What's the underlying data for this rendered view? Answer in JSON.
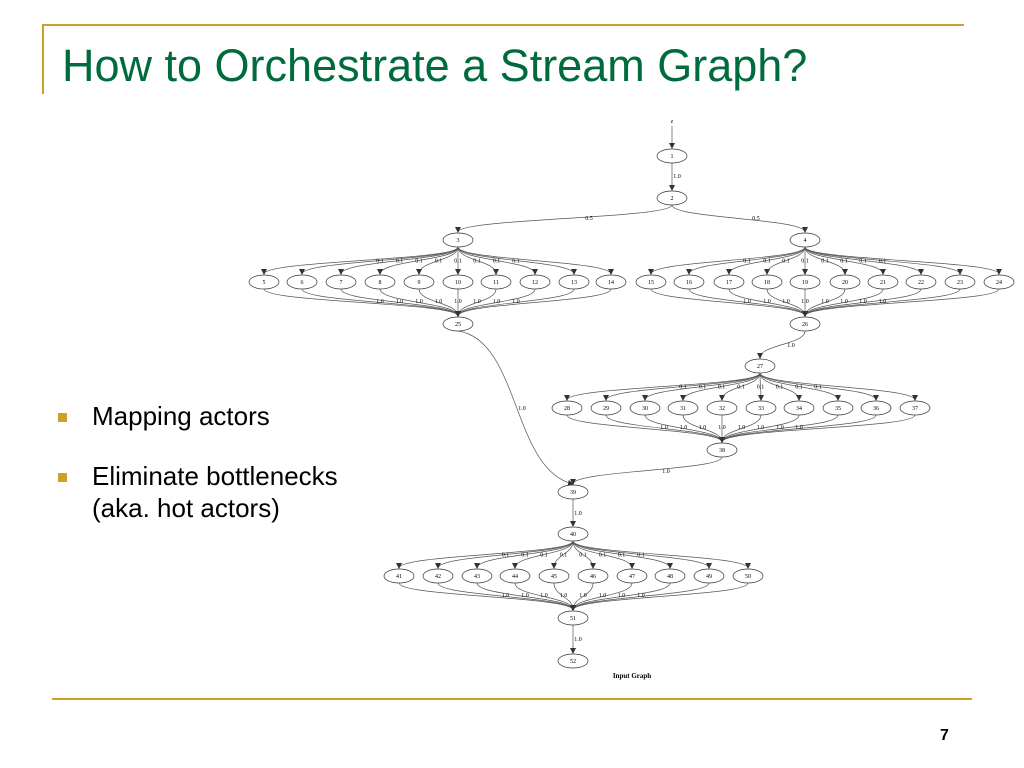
{
  "slide": {
    "title": "How to Orchestrate a Stream Graph?",
    "bullets": [
      {
        "text": "Mapping actors"
      },
      {
        "text": "Eliminate bottlenecks\n(aka. hot actors)"
      }
    ],
    "page_number": "7",
    "accent_color": "#c9a227",
    "title_color": "#006b3c"
  },
  "graph": {
    "caption": "Input Graph",
    "source_label": "z",
    "nodes": [
      "1",
      "2",
      "3",
      "4",
      "5",
      "6",
      "7",
      "8",
      "9",
      "10",
      "11",
      "12",
      "13",
      "14",
      "15",
      "16",
      "17",
      "18",
      "19",
      "20",
      "21",
      "22",
      "23",
      "24",
      "25",
      "26",
      "27",
      "28",
      "29",
      "30",
      "31",
      "32",
      "33",
      "34",
      "35",
      "36",
      "37",
      "38",
      "39",
      "40",
      "41",
      "42",
      "43",
      "44",
      "45",
      "46",
      "47",
      "48",
      "49",
      "50",
      "51",
      "52"
    ],
    "chain_edges": [
      {
        "from": "z",
        "to": "1",
        "label": ""
      },
      {
        "from": "1",
        "to": "2",
        "label": "1.0"
      },
      {
        "from": "2",
        "to": "3",
        "label": "0.5"
      },
      {
        "from": "2",
        "to": "4",
        "label": "0.5"
      },
      {
        "from": "26",
        "to": "27",
        "label": "1.0"
      },
      {
        "from": "25",
        "to": "39",
        "label": "1.0"
      },
      {
        "from": "38",
        "to": "39",
        "label": "1.0"
      },
      {
        "from": "39",
        "to": "40",
        "label": "1.0"
      },
      {
        "from": "51",
        "to": "52",
        "label": "1.0"
      }
    ],
    "splitjoins": [
      {
        "split": "3",
        "join": "25",
        "branches": [
          "5",
          "6",
          "7",
          "8",
          "9",
          "10",
          "11",
          "12",
          "13",
          "14"
        ],
        "split_labels": [
          "",
          "0.1",
          "0.1",
          "0.1",
          "0.1",
          "0.1",
          "0.1",
          "0.1",
          "0.1",
          ""
        ],
        "join_labels": [
          "",
          "1.0",
          "1.0",
          "1.0",
          "1.0",
          "1.0",
          "1.0",
          "1.0",
          "1.0",
          ""
        ]
      },
      {
        "split": "4",
        "join": "26",
        "branches": [
          "15",
          "16",
          "17",
          "18",
          "19",
          "20",
          "21",
          "22",
          "23",
          "24"
        ],
        "split_labels": [
          "",
          "0.1",
          "0.1",
          "0.1",
          "0.1",
          "0.1",
          "0.1",
          "0.1",
          "0.1",
          ""
        ],
        "join_labels": [
          "",
          "1.0",
          "1.0",
          "1.0",
          "1.0",
          "1.0",
          "1.0",
          "1.0",
          "1.0",
          ""
        ]
      },
      {
        "split": "27",
        "join": "38",
        "branches": [
          "28",
          "29",
          "30",
          "31",
          "32",
          "33",
          "34",
          "35",
          "36",
          "37"
        ],
        "split_labels": [
          "",
          "0.1",
          "0.1",
          "0.1",
          "0.1",
          "0.1",
          "0.1",
          "0.1",
          "0.1",
          ""
        ],
        "join_labels": [
          "",
          "1.0",
          "1.0",
          "1.0",
          "1.0",
          "1.0",
          "1.0",
          "1.0",
          "1.0",
          ""
        ]
      },
      {
        "split": "40",
        "join": "51",
        "branches": [
          "41",
          "42",
          "43",
          "44",
          "45",
          "46",
          "47",
          "48",
          "49",
          "50"
        ],
        "split_labels": [
          "",
          "0.1",
          "0.1",
          "0.1",
          "0.1",
          "0.1",
          "0.1",
          "0.1",
          "0.1",
          ""
        ],
        "join_labels": [
          "",
          "1.0",
          "1.0",
          "1.0",
          "1.0",
          "1.0",
          "1.0",
          "1.0",
          "1.0",
          ""
        ]
      }
    ]
  }
}
